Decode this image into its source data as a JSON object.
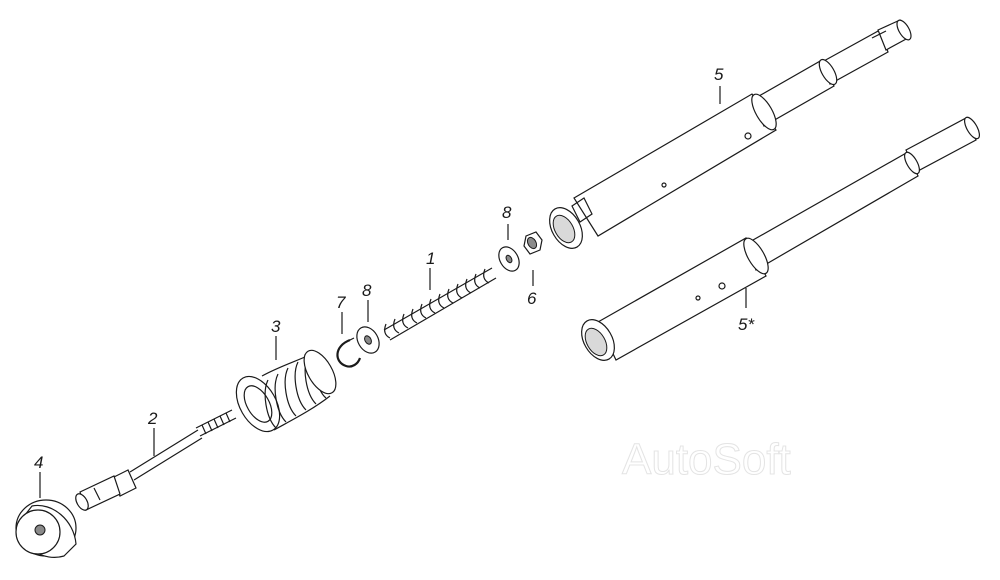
{
  "callouts": {
    "c1": "1",
    "c2": "2",
    "c3": "3",
    "c4": "4",
    "c5": "5",
    "c5s": "5*",
    "c6": "6",
    "c7": "7",
    "c8a": "8",
    "c8b": "8"
  },
  "watermark": "AutoSoft"
}
